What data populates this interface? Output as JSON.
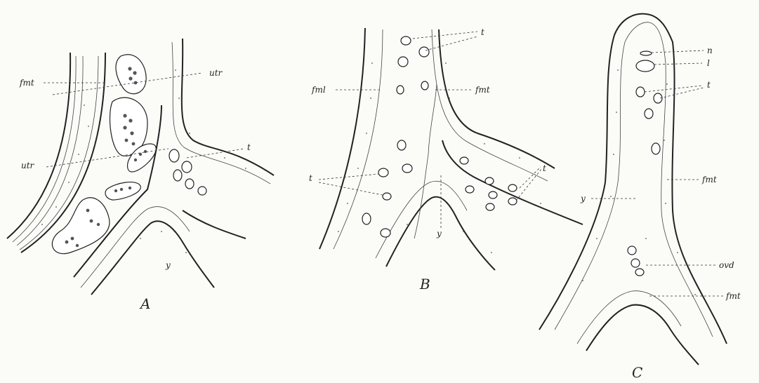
{
  "panels": {
    "A": {
      "caption": "A",
      "labels": {
        "fmt": "fmt",
        "utr_top": "utr",
        "utr_left": "utr",
        "t": "t",
        "y": "y"
      }
    },
    "B": {
      "caption": "B",
      "labels": {
        "t_top": "t",
        "fml": "fml",
        "fmt": "fmt",
        "t_left": "t",
        "t_right": "t",
        "y": "y"
      }
    },
    "C": {
      "caption": "C",
      "labels": {
        "n": "n",
        "l": "l",
        "t": "t",
        "fmt_mid": "fmt",
        "y": "y",
        "ovd": "ovd",
        "fmt_low": "fmt"
      }
    }
  },
  "colors": {
    "ink": "#222222",
    "paper": "#fbfbf8"
  }
}
